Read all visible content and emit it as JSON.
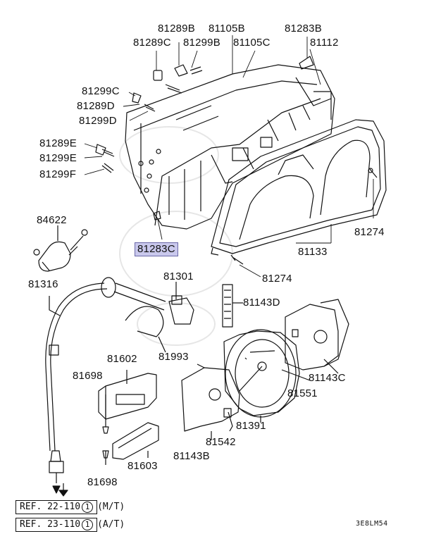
{
  "labels": [
    "81289B",
    "81105B",
    "81283B",
    "81289C",
    "81299B",
    "81105C",
    "81112",
    "81299C",
    "81289D",
    "81299D",
    "81289E",
    "81299E",
    "81299F",
    "84622",
    "81283C",
    "81274",
    "81133",
    "81274",
    "81316",
    "81301",
    "81143D",
    "81993",
    "81602",
    "81143C",
    "81698",
    "81551",
    "81391",
    "81542",
    "81143B",
    "81603",
    "81698"
  ],
  "highlighted_part": "81283C",
  "highlight_color": "#c9c8ec",
  "refs": [
    {
      "ref": "REF. 22-110",
      "circle": "1",
      "suffix": "(M/T)"
    },
    {
      "ref": "REF. 23-110",
      "circle": "1",
      "suffix": "(A/T)"
    }
  ],
  "diagram_code": "3E8LM54"
}
